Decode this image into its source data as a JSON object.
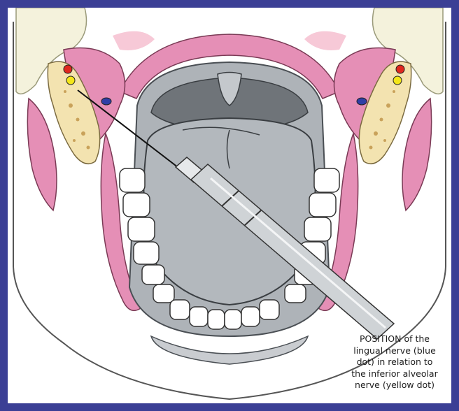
{
  "caption": {
    "lines": [
      "POSITION of the",
      "lingual nerve (blue",
      "dot) in relation to",
      "the inferior alveolar",
      "nerve (yellow dot)"
    ]
  },
  "colors": {
    "frame": "#3b3f95",
    "background": "#ffffff",
    "muscle_pink": "#e58fb6",
    "bone_yellow": "#f3e3b0",
    "cartilage_cream": "#f4f2dc",
    "mouth_gray": "#aeb3b8",
    "throat_dark": "#6f7479",
    "nerve_red": "#e0281e",
    "nerve_yellow": "#f3e61a",
    "nerve_blue": "#2f3ea6",
    "syringe_gray": "#cfd3d6"
  }
}
